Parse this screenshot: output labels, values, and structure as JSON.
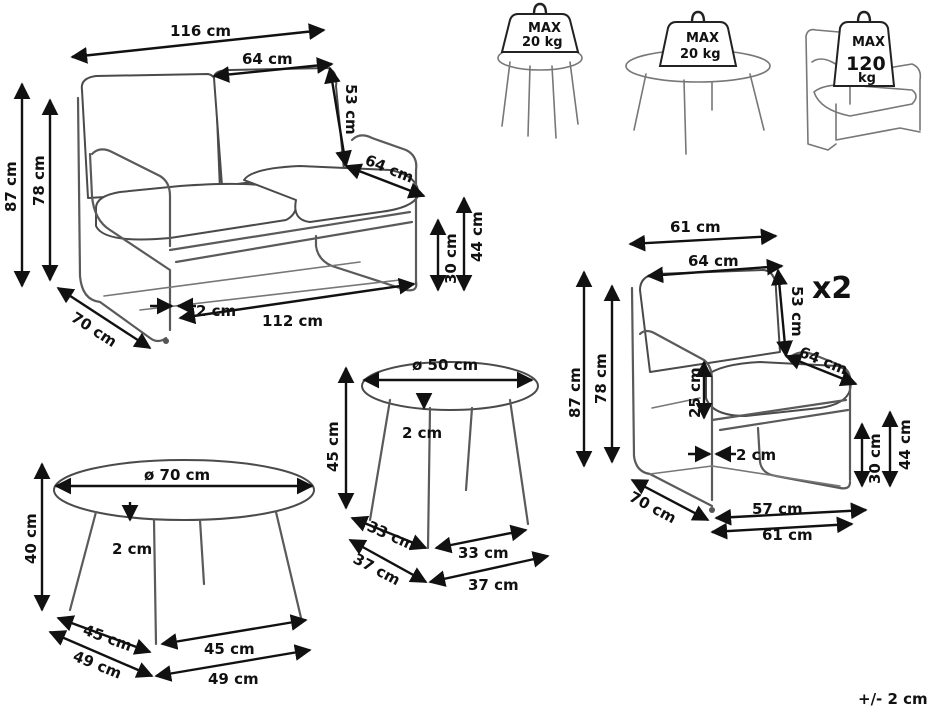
{
  "sofa": {
    "overall_width": "116 cm",
    "seat_width": "64 cm",
    "back_height_cushion": "53 cm",
    "seat_depth_cushion": "64 cm",
    "height_total": "87 cm",
    "height_frame": "78 cm",
    "seat_height_frame": "30 cm",
    "seat_height_total": "44 cm",
    "depth": "70 cm",
    "inner_width": "112 cm",
    "offset": "2 cm"
  },
  "weights": {
    "small_table": {
      "max": "MAX",
      "value": "20 kg"
    },
    "coffee_table": {
      "max": "MAX",
      "value": "20 kg"
    },
    "armchair": {
      "max": "MAX",
      "value": "120",
      "unit": "kg"
    }
  },
  "armchair": {
    "overall_width": "61 cm",
    "seat_width": "64 cm",
    "quantity": "x2",
    "back_height_cushion": "53 cm",
    "seat_depth_cushion": "64 cm",
    "height_total": "87 cm",
    "height_frame": "78 cm",
    "cushion_thickness": "25 cm",
    "offset": "2 cm",
    "seat_height_frame": "30 cm",
    "seat_height_total": "44 cm",
    "depth": "70 cm",
    "inner_width": "57 cm",
    "width_bottom": "61 cm"
  },
  "side_table": {
    "diameter": "ø 50 cm",
    "height": "45 cm",
    "top_thickness": "2 cm",
    "leg_span_a_inner": "33 cm",
    "leg_span_b_inner": "33 cm",
    "leg_span_a_outer": "37 cm",
    "leg_span_b_outer": "37 cm"
  },
  "coffee_table": {
    "diameter": "ø 70 cm",
    "height": "40 cm",
    "top_thickness": "2 cm",
    "leg_span_a_inner": "45 cm",
    "leg_span_b_inner": "45 cm",
    "leg_span_a_outer": "49 cm",
    "leg_span_b_outer": "49 cm"
  },
  "tolerance": "+/- 2 cm"
}
